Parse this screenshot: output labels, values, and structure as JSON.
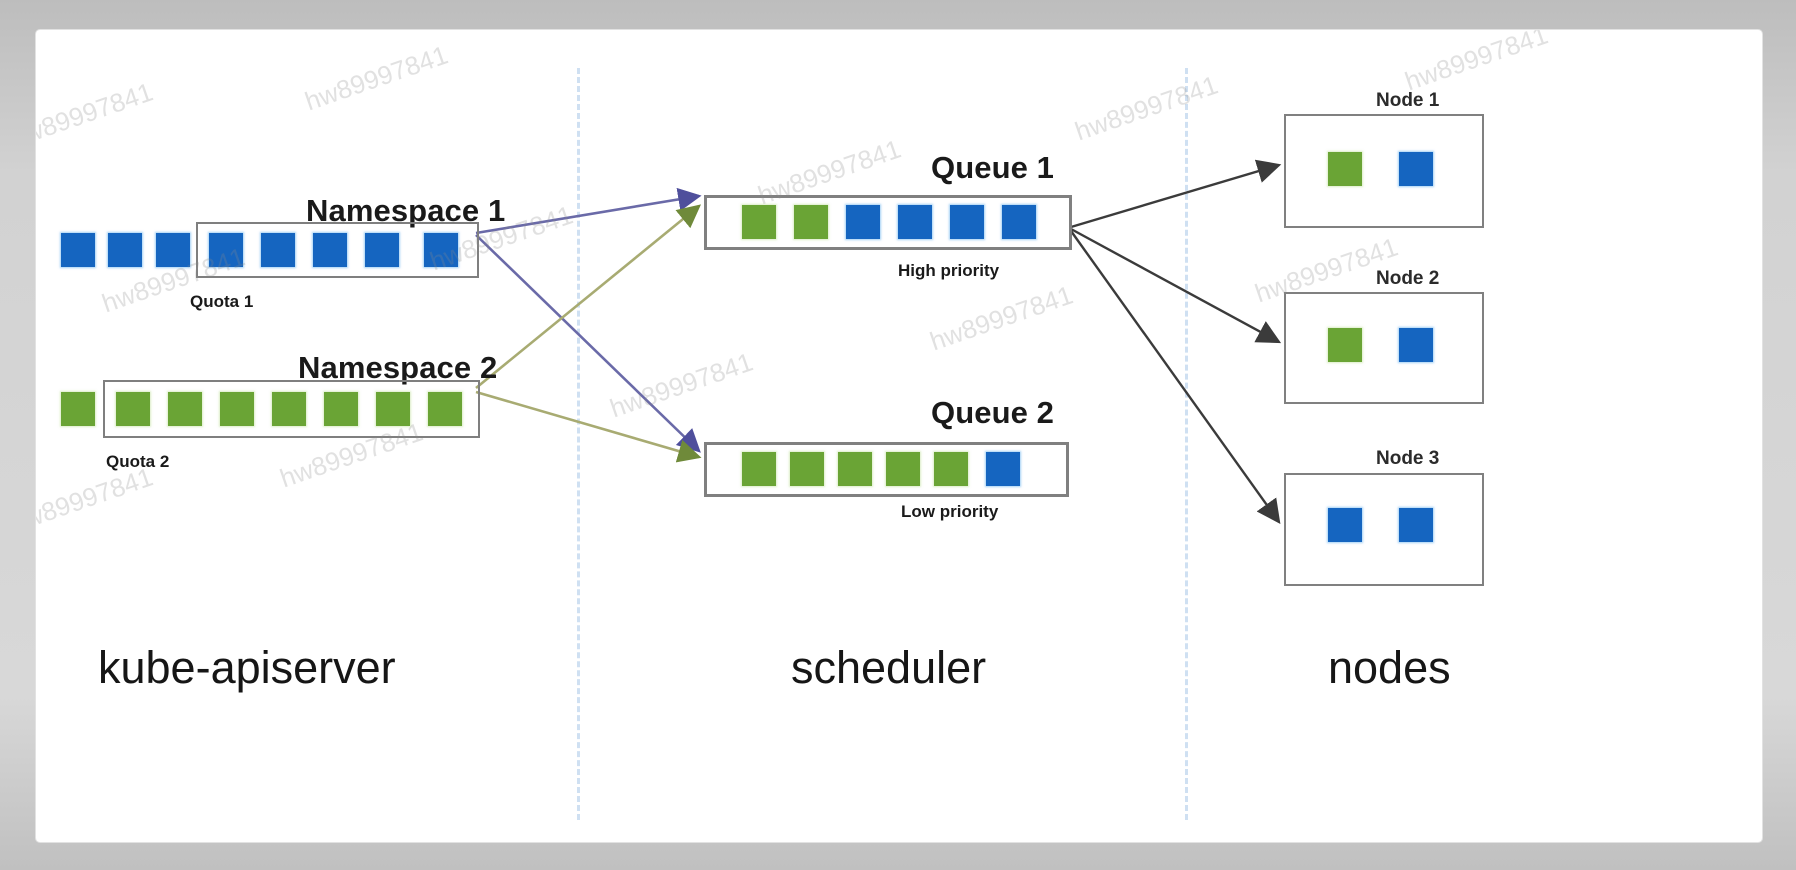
{
  "diagram": {
    "title_bottom_labels": [
      "kube-apiserver",
      "scheduler",
      "nodes"
    ],
    "watermark_text": "hw89997841",
    "colors": {
      "blue_pod": "#1565c0",
      "green_pod": "#6aa435",
      "box_border": "#808080",
      "divider": "#cfe0f2",
      "arrow_dark": "#404040",
      "arrow_blue": "#6a6aa8",
      "arrow_green": "#a8ab72"
    }
  },
  "apiserver": {
    "stage_label": "kube-apiserver",
    "namespaces": [
      {
        "name": "Namespace 1",
        "quota_label": "Quota 1",
        "pod_color": "blue",
        "pods_outside_quota": 3,
        "pods_inside_quota": 5,
        "pods_total": 8
      },
      {
        "name": "Namespace 2",
        "quota_label": "Quota 2",
        "pod_color": "green",
        "pods_outside_quota": 1,
        "pods_inside_quota": 7,
        "pods_total": 8
      }
    ]
  },
  "scheduler": {
    "stage_label": "scheduler",
    "queues": [
      {
        "name": "Queue 1",
        "priority_label": "High priority",
        "slots": [
          "green",
          "green",
          "blue",
          "blue",
          "blue",
          "blue"
        ]
      },
      {
        "name": "Queue 2",
        "priority_label": "Low priority",
        "slots": [
          "green",
          "green",
          "green",
          "green",
          "green",
          "blue"
        ]
      }
    ]
  },
  "nodes": {
    "stage_label": "nodes",
    "items": [
      {
        "name": "Node 1",
        "pods": [
          "green",
          "blue"
        ]
      },
      {
        "name": "Node 2",
        "pods": [
          "green",
          "blue"
        ]
      },
      {
        "name": "Node 3",
        "pods": [
          "blue",
          "blue"
        ]
      }
    ]
  }
}
